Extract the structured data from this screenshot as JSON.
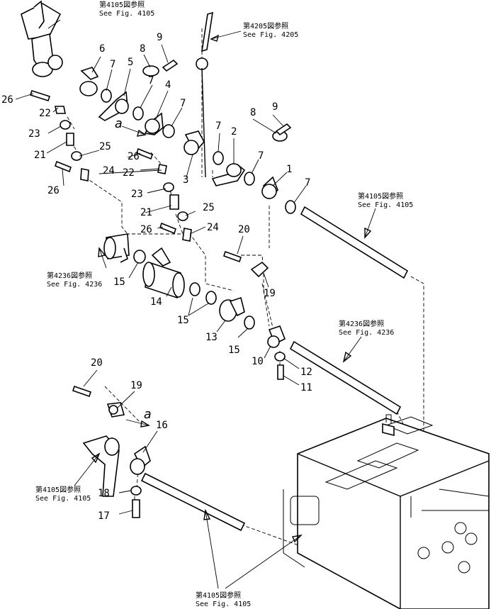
{
  "callouts": [
    {
      "id": "n6",
      "label": "6"
    },
    {
      "id": "n8a",
      "label": "8"
    },
    {
      "id": "n9a",
      "label": "9"
    },
    {
      "id": "n5",
      "label": "5"
    },
    {
      "id": "n7a",
      "label": "7"
    },
    {
      "id": "n7b",
      "label": "7"
    },
    {
      "id": "n4",
      "label": "4"
    },
    {
      "id": "n7c",
      "label": "7"
    },
    {
      "id": "n26a",
      "label": "26"
    },
    {
      "id": "n22a",
      "label": "22"
    },
    {
      "id": "n23a",
      "label": "23"
    },
    {
      "id": "n21a",
      "label": "21"
    },
    {
      "id": "n25a",
      "label": "25"
    },
    {
      "id": "n26b",
      "label": "26"
    },
    {
      "id": "n24a",
      "label": "24"
    },
    {
      "id": "n26c",
      "label": "26"
    },
    {
      "id": "n22b",
      "label": "22"
    },
    {
      "id": "n3",
      "label": "3"
    },
    {
      "id": "n23b",
      "label": "23"
    },
    {
      "id": "n21b",
      "label": "21"
    },
    {
      "id": "n25b",
      "label": "25"
    },
    {
      "id": "n26d",
      "label": "26"
    },
    {
      "id": "n24b",
      "label": "24"
    },
    {
      "id": "n7d",
      "label": "7"
    },
    {
      "id": "n8b",
      "label": "8"
    },
    {
      "id": "n9b",
      "label": "9"
    },
    {
      "id": "n2",
      "label": "2"
    },
    {
      "id": "n7e",
      "label": "7"
    },
    {
      "id": "n1",
      "label": "1"
    },
    {
      "id": "n7f",
      "label": "7"
    },
    {
      "id": "n20a",
      "label": "20"
    },
    {
      "id": "n15a",
      "label": "15"
    },
    {
      "id": "n14",
      "label": "14"
    },
    {
      "id": "n15b",
      "label": "15"
    },
    {
      "id": "n13",
      "label": "13"
    },
    {
      "id": "n15c",
      "label": "15"
    },
    {
      "id": "n19a",
      "label": "19"
    },
    {
      "id": "n10",
      "label": "10"
    },
    {
      "id": "n12",
      "label": "12"
    },
    {
      "id": "n11",
      "label": "11"
    },
    {
      "id": "n20b",
      "label": "20"
    },
    {
      "id": "n19b",
      "label": "19"
    },
    {
      "id": "n16",
      "label": "16"
    },
    {
      "id": "n18",
      "label": "18"
    },
    {
      "id": "n17",
      "label": "17"
    }
  ],
  "letters": [
    {
      "id": "la1",
      "label": "a"
    },
    {
      "id": "la2",
      "label": "a"
    }
  ],
  "references": [
    {
      "id": "r4105a",
      "jp": "第4105図参照",
      "en": "See Fig. 4105"
    },
    {
      "id": "r4205",
      "jp": "第4205図参照",
      "en": "See Fig. 4205"
    },
    {
      "id": "r4105b",
      "jp": "第4105図参照",
      "en": "See Fig. 4105"
    },
    {
      "id": "r4236a",
      "jp": "第4236図参照",
      "en": "See Fig. 4236"
    },
    {
      "id": "r4236b",
      "jp": "第4236図参照",
      "en": "See Fig. 4236"
    },
    {
      "id": "r4105c",
      "jp": "第4105図参照",
      "en": "See Fig. 4105"
    },
    {
      "id": "r4105d",
      "jp": "第4105図参照",
      "en": "See Fig. 4105"
    }
  ]
}
